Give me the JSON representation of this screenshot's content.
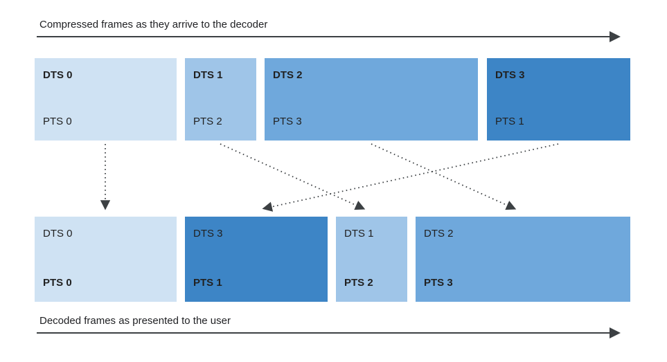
{
  "diagram": {
    "top_label": "Compressed frames as they arrive to the decoder",
    "bottom_label": "Decoded frames as presented to the user",
    "compressed_frames": [
      {
        "dts": "DTS 0",
        "pts": "PTS 0",
        "color": "#cfe2f3"
      },
      {
        "dts": "DTS 1",
        "pts": "PTS 2",
        "color": "#9fc5e8"
      },
      {
        "dts": "DTS 2",
        "pts": "PTS 3",
        "color": "#6fa8dc"
      },
      {
        "dts": "DTS 3",
        "pts": "PTS 1",
        "color": "#3d85c6"
      }
    ],
    "decoded_frames": [
      {
        "dts": "DTS 0",
        "pts": "PTS 0",
        "color": "#cfe2f3"
      },
      {
        "dts": "DTS 3",
        "pts": "PTS 1",
        "color": "#3d85c6"
      },
      {
        "dts": "DTS 1",
        "pts": "PTS 2",
        "color": "#9fc5e8"
      },
      {
        "dts": "DTS 2",
        "pts": "PTS 3",
        "color": "#6fa8dc"
      }
    ],
    "connections": [
      {
        "from_compressed": 0,
        "to_decoded": 0
      },
      {
        "from_compressed": 1,
        "to_decoded": 2
      },
      {
        "from_compressed": 2,
        "to_decoded": 3
      },
      {
        "from_compressed": 3,
        "to_decoded": 1
      }
    ],
    "colors": {
      "frame_light": "#cfe2f3",
      "frame_medium_light": "#9fc5e8",
      "frame_medium": "#6fa8dc",
      "frame_dark": "#3d85c6",
      "arrow": "#3c4043",
      "text": "#212121"
    }
  }
}
